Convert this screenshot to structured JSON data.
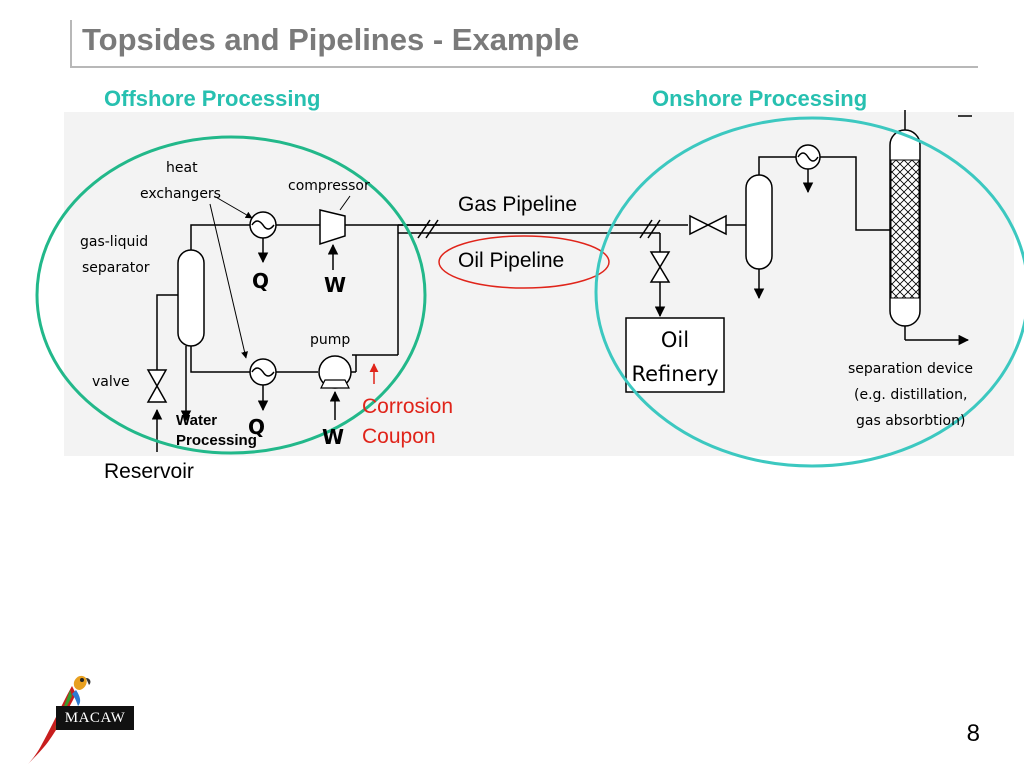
{
  "slide": {
    "title": "Topsides and Pipelines - Example",
    "page_number": "8"
  },
  "sections": {
    "offshore": "Offshore Processing",
    "onshore": "Onshore Processing"
  },
  "pipelines": {
    "gas": "Gas Pipeline",
    "oil": "Oil Pipeline"
  },
  "diagram_labels": {
    "heat_exchangers_1": "heat",
    "heat_exchangers_2": "exchangers",
    "compressor": "compressor",
    "separator_1": "gas-liquid",
    "separator_2": "separator",
    "valve": "valve",
    "pump": "pump",
    "q_top": "Q",
    "w_top": "W",
    "q_bottom": "Q",
    "w_bottom": "W",
    "oil_refinery_1": "Oil",
    "oil_refinery_2": "Refinery",
    "sep_device_1": "separation device",
    "sep_device_2": "(e.g. distillation,",
    "sep_device_3": "gas absorbtion)"
  },
  "annotations": {
    "water_processing_1": "Water",
    "water_processing_2": "Processing",
    "corrosion_1": "Corrosion",
    "corrosion_2": "Coupon",
    "reservoir": "Reservoir"
  },
  "logo": {
    "text": "MACAW"
  },
  "colors": {
    "offshore_circle": "#22b88a",
    "onshore_circle": "#3cc8c0",
    "section_text": "#27c0b0",
    "oil_pipeline_oval": "#e0241a",
    "corrosion_text": "#e0241a",
    "title_text": "#7a7a7a"
  }
}
